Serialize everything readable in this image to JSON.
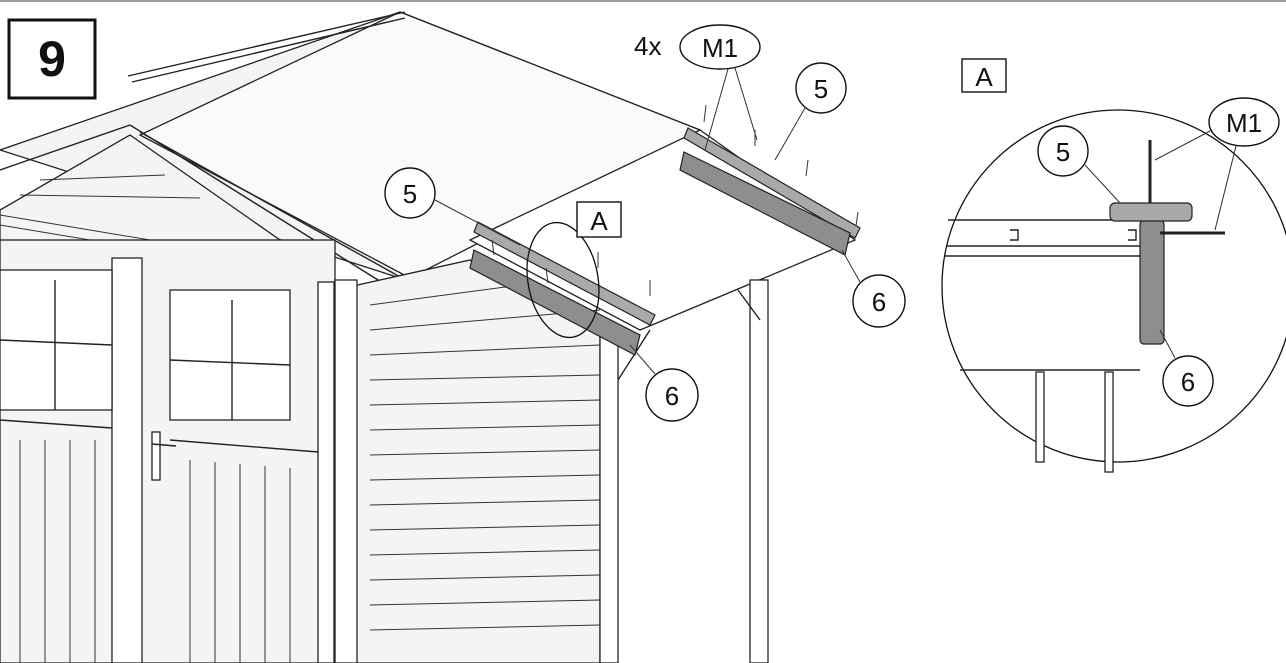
{
  "step": {
    "number": "9"
  },
  "quantity": {
    "label": "4x"
  },
  "parts": {
    "m1": "M1",
    "part5": "5",
    "part6": "6"
  },
  "detail": {
    "label": "A"
  },
  "colors": {
    "line": "#222222",
    "trim_grey": "#a9a9a9",
    "fascia_grey": "#8e8e8e",
    "background": "#ffffff"
  }
}
